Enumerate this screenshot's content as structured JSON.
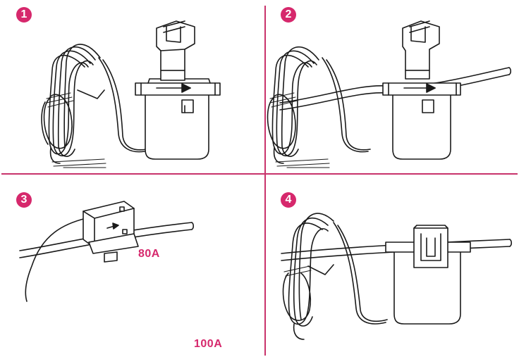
{
  "steps": [
    {
      "number": "1"
    },
    {
      "number": "2"
    },
    {
      "number": "3",
      "labels": [
        "80A",
        "100A"
      ]
    },
    {
      "number": "4"
    }
  ],
  "colors": {
    "accent": "#d6286c",
    "divider": "#c8336b",
    "ink": "#1a1a1a"
  }
}
